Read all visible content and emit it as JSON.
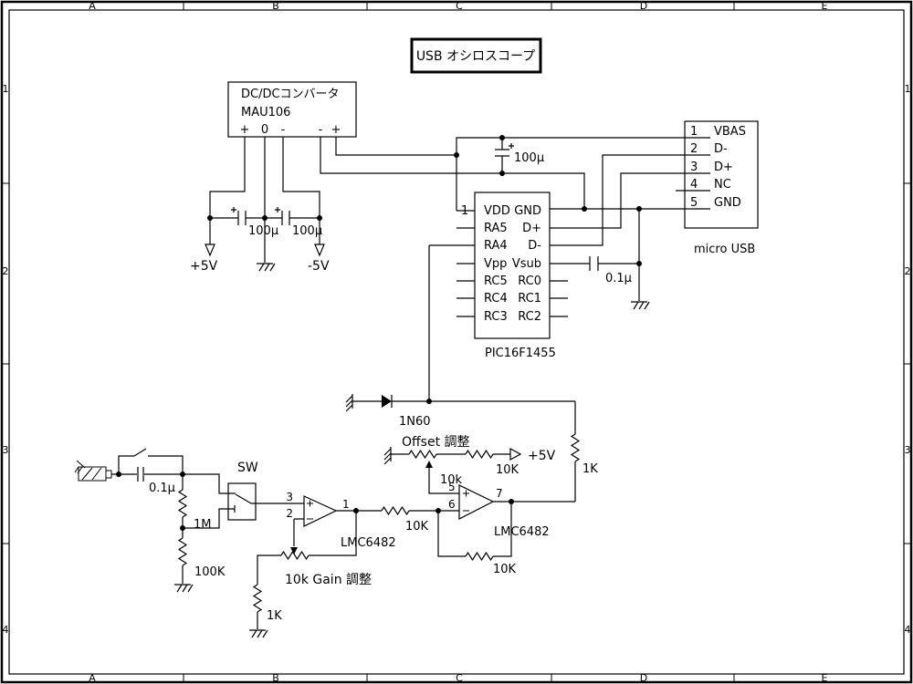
{
  "frame": {
    "columns": [
      "A",
      "B",
      "C",
      "D",
      "E"
    ],
    "rows": [
      "1",
      "2",
      "3",
      "4"
    ]
  },
  "title": {
    "label": "USB オシロスコープ"
  },
  "power": {
    "converter": {
      "name": "DC/DCコンバータ",
      "part": "MAU106",
      "pins": [
        "+",
        "0",
        "-",
        "-",
        "+"
      ]
    },
    "cap_pos": "100µ",
    "cap_neg": "100µ",
    "cap_bus": "100µ",
    "rail_pos": "+5V",
    "rail_neg": "-5V"
  },
  "mcu": {
    "part": "PIC16F1455",
    "pin1_label": "1",
    "left_pins": [
      "VDD",
      "RA5",
      "RA4",
      "Vpp",
      "RC5",
      "RC4",
      "RC3"
    ],
    "right_pins": [
      "GND",
      "D+",
      "D-",
      "Vsub",
      "RC0",
      "RC1",
      "RC2"
    ],
    "cap_vsub": "0.1µ"
  },
  "usb": {
    "label": "micro USB",
    "pins": [
      {
        "num": "1",
        "name": "VBAS"
      },
      {
        "num": "2",
        "name": "D-"
      },
      {
        "num": "3",
        "name": "D+"
      },
      {
        "num": "4",
        "name": "NC"
      },
      {
        "num": "5",
        "name": "GND"
      }
    ]
  },
  "clamp": {
    "diode": "1N60",
    "r_pull": "1K"
  },
  "offset": {
    "title": "Offset 調整",
    "pot": "10k",
    "resistor": "10K",
    "rail": "+5V"
  },
  "amp1": {
    "part": "LMC6482",
    "pin_pos": "3",
    "pin_neg": "2",
    "pin_out": "1",
    "gain_label": "10k Gain 調整",
    "r_gain": "1K"
  },
  "amp2": {
    "part": "LMC6482",
    "pin_pos": "5",
    "pin_neg": "6",
    "pin_out": "7",
    "r_in": "10K",
    "r_fb": "10K"
  },
  "input": {
    "switch": "SW",
    "cap": "0.1µ",
    "r_input": "1M",
    "r_gnd": "100K"
  }
}
